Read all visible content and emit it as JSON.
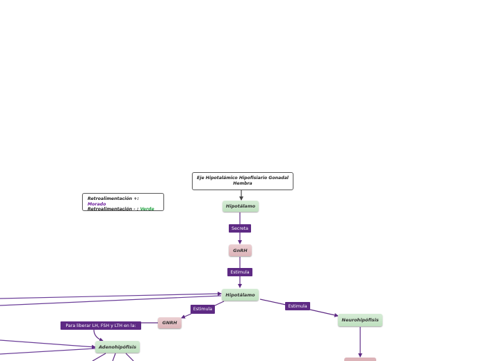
{
  "title": "Eje Hipotalámico Hipofisiario Gonadal Hembra",
  "legend": {
    "pos_prefix": "Retroalimentación +: ",
    "pos_value": "Morado",
    "neg_prefix": "Retroalimentación - : ",
    "neg_value": "Verde"
  },
  "nodes": {
    "hipotalamo_top": "Hipotálamo",
    "gnrh_top": "GnRH",
    "hipotalamo_mid": "Hipotálamo",
    "gnrh_left": "GNRH",
    "neurohipofisis": "Neurohipófisis",
    "adenohipofisis": "Adenohipófisis"
  },
  "labels": {
    "secreta": "Secreta",
    "estimula_1": "Estimula",
    "estimula_left": "Estimula",
    "estimula_right": "Estimula",
    "para_liberar": "Para liberar LH, FSH y LTH en la:"
  },
  "colors": {
    "arrow_purple": "#5e2a84",
    "arrow_dark": "#444444",
    "node_green": "#c8e6c9",
    "node_pink": "#e6c3c7",
    "label_bg": "#5e2a84"
  }
}
